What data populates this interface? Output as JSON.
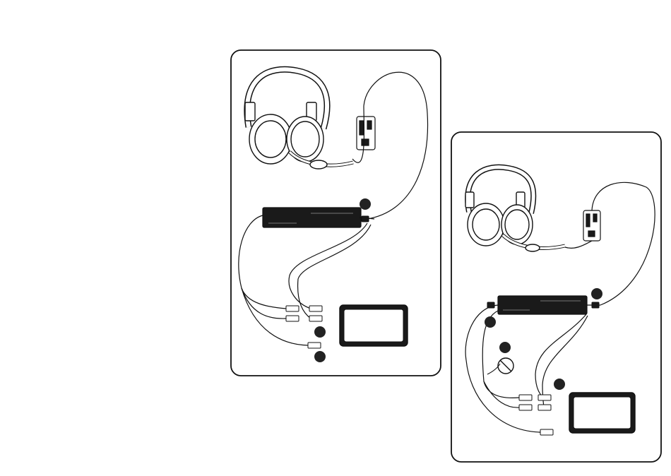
{
  "colors": {
    "line": "#111111",
    "fill_dark": "#1a1a1a",
    "fill_light": "#ffffff",
    "marker": "#222222"
  },
  "panels": [
    {
      "id": "setup-a",
      "components": {
        "headset": "headset-icon",
        "control_box": "inline-controller-icon",
        "console": "game-console-icon",
        "tv": "television-icon",
        "no_connection": null
      },
      "step_markers": 3
    },
    {
      "id": "setup-b",
      "components": {
        "headset": "headset-icon",
        "control_box": "inline-controller-icon",
        "console": "game-console-icon",
        "tv": "television-icon",
        "no_connection": "prohibited-connection-icon"
      },
      "step_markers": 4
    }
  ]
}
